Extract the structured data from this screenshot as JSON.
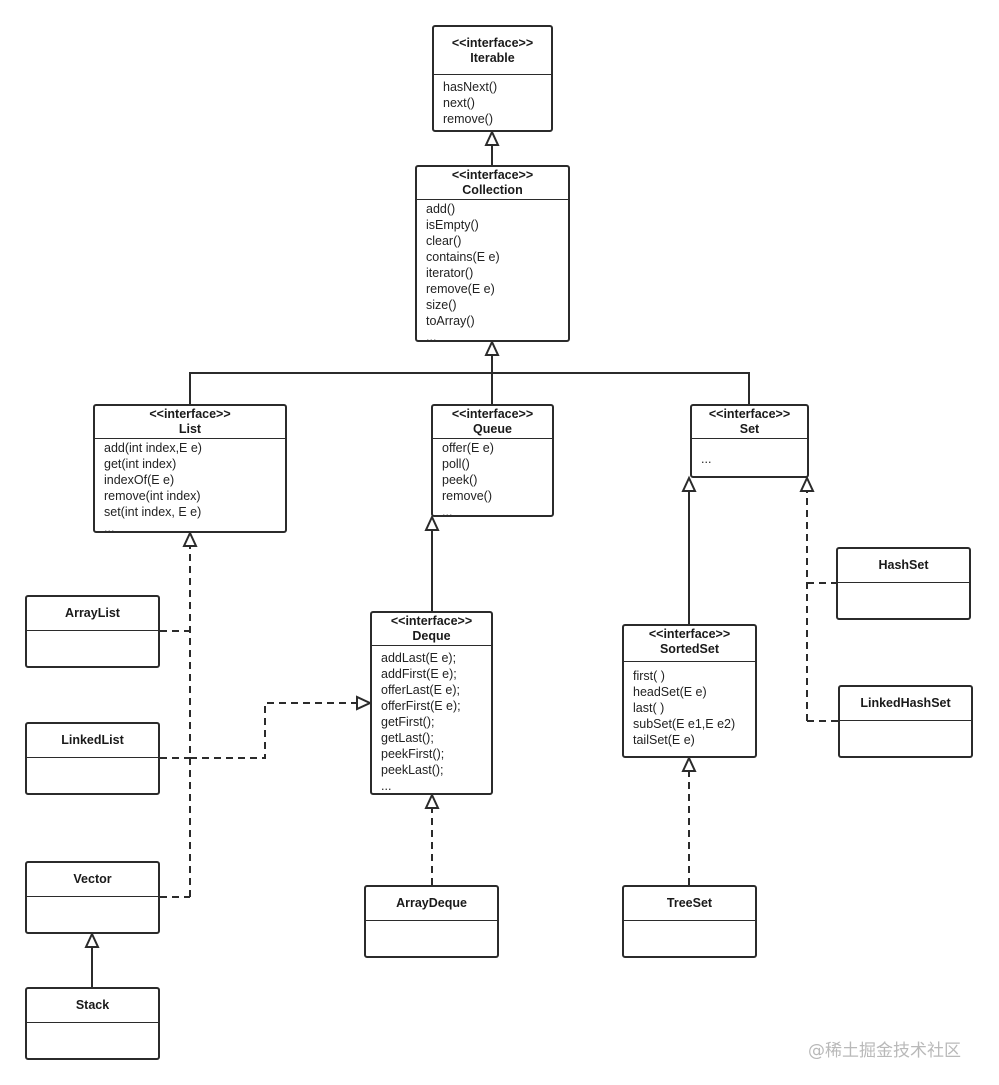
{
  "classes": [
    {
      "id": "iterable",
      "name": "Iterable",
      "stereotype": "<<interface>>",
      "members": [
        "hasNext()",
        "next()",
        "remove()"
      ]
    },
    {
      "id": "collection",
      "name": "Collection",
      "stereotype": "<<interface>>",
      "members": [
        "add()",
        "isEmpty()",
        "clear()",
        "contains(E e)",
        "iterator()",
        "remove(E e)",
        "size()",
        "toArray()",
        "..."
      ]
    },
    {
      "id": "list",
      "name": "List",
      "stereotype": "<<interface>>",
      "members": [
        "add(int index,E e)",
        "get(int index)",
        "indexOf(E e)",
        "remove(int index)",
        "set(int index, E e)",
        "..."
      ]
    },
    {
      "id": "queue",
      "name": "Queue",
      "stereotype": "<<interface>>",
      "members": [
        "offer(E e)",
        "poll()",
        "peek()",
        "remove()",
        "..."
      ]
    },
    {
      "id": "set",
      "name": "Set",
      "stereotype": "<<interface>>",
      "members": [
        "..."
      ]
    },
    {
      "id": "deque",
      "name": "Deque",
      "stereotype": "<<interface>>",
      "members": [
        "addLast(E e);",
        "addFirst(E e);",
        "offerLast(E e);",
        "offerFirst(E e);",
        "getFirst();",
        "getLast();",
        "peekFirst();",
        "peekLast();",
        "..."
      ]
    },
    {
      "id": "sortedset",
      "name": "SortedSet",
      "stereotype": "<<interface>>",
      "members": [
        "first( )",
        "headSet(E e)",
        "last( )",
        "subSet(E e1,E e2)",
        "tailSet(E e)"
      ]
    },
    {
      "id": "arraylist",
      "name": "ArrayList",
      "stereotype": "",
      "members": []
    },
    {
      "id": "linkedlist",
      "name": "LinkedList",
      "stereotype": "",
      "members": []
    },
    {
      "id": "vector",
      "name": "Vector",
      "stereotype": "",
      "members": []
    },
    {
      "id": "stack",
      "name": "Stack",
      "stereotype": "",
      "members": []
    },
    {
      "id": "arraydeque",
      "name": "ArrayDeque",
      "stereotype": "",
      "members": []
    },
    {
      "id": "treeset",
      "name": "TreeSet",
      "stereotype": "",
      "members": []
    },
    {
      "id": "hashset",
      "name": "HashSet",
      "stereotype": "",
      "members": []
    },
    {
      "id": "linkedhashset",
      "name": "LinkedHashSet",
      "stereotype": "",
      "members": []
    }
  ],
  "relations": [
    {
      "from": "collection",
      "to": "iterable",
      "kind": "extends"
    },
    {
      "from": "list",
      "to": "collection",
      "kind": "extends"
    },
    {
      "from": "queue",
      "to": "collection",
      "kind": "extends"
    },
    {
      "from": "set",
      "to": "collection",
      "kind": "extends"
    },
    {
      "from": "deque",
      "to": "queue",
      "kind": "extends"
    },
    {
      "from": "sortedset",
      "to": "set",
      "kind": "extends"
    },
    {
      "from": "arraylist",
      "to": "list",
      "kind": "implements"
    },
    {
      "from": "linkedlist",
      "to": "list",
      "kind": "implements"
    },
    {
      "from": "vector",
      "to": "list",
      "kind": "implements"
    },
    {
      "from": "linkedlist",
      "to": "deque",
      "kind": "implements"
    },
    {
      "from": "stack",
      "to": "vector",
      "kind": "extends"
    },
    {
      "from": "arraydeque",
      "to": "deque",
      "kind": "implements"
    },
    {
      "from": "treeset",
      "to": "sortedset",
      "kind": "implements"
    },
    {
      "from": "hashset",
      "to": "set",
      "kind": "implements"
    },
    {
      "from": "linkedhashset",
      "to": "set",
      "kind": "implements"
    }
  ],
  "watermark": "@稀土掘金技术社区",
  "colors": {
    "line": "#2b2b2b",
    "watermark": "#b9b9b9"
  }
}
